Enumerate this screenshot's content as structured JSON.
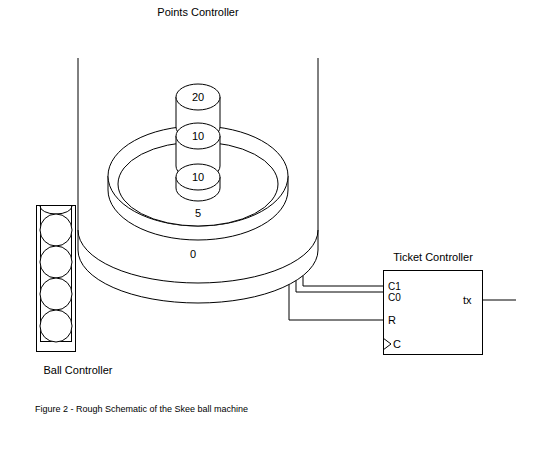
{
  "diagram": {
    "caption": "Figure 2 - Rough Schematic of the Skee ball machine",
    "nodes": [
      {
        "text": [
          "Points Controller"
        ]
      },
      {
        "text": [
          "Ball Controller"
        ]
      },
      {
        "text": [
          "Ticket Controller"
        ]
      }
    ],
    "edges": [
      {
        "from": 0,
        "to": 2,
        "arrow": "none"
      },
      {
        "from": 0,
        "to": 2,
        "arrow": "none"
      },
      {
        "from": 0,
        "to": 2,
        "arrow": "none"
      }
    ],
    "labels": [
      "20",
      "10",
      "10",
      "5",
      "0",
      "C1",
      "C0",
      "R",
      "C",
      "tx"
    ]
  }
}
